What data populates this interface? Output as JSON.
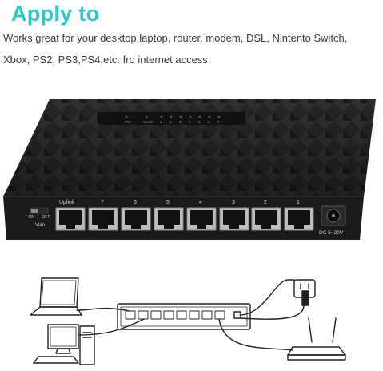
{
  "header": {
    "title": "Apply to",
    "desc_line1": "Works great for your desktop,laptop, router, modem, DSL, Nintento Switch,",
    "desc_line2": "Xbox, PS2, PS3,PS4,etc. fro internet access"
  },
  "switch": {
    "led_labels": [
      "PW",
      "VLAN",
      "1",
      "2",
      "3",
      "4",
      "5",
      "6",
      "7"
    ],
    "port_labels": [
      "Uplink",
      "7",
      "6",
      "5",
      "4",
      "3",
      "2",
      "1"
    ],
    "toggle_on": "ON",
    "toggle_off": "OFF",
    "toggle_caption": "Vlan",
    "power_label": "DC 5~20V"
  },
  "colors": {
    "accent": "#2ec7c4",
    "body": "#1e1e1e"
  }
}
